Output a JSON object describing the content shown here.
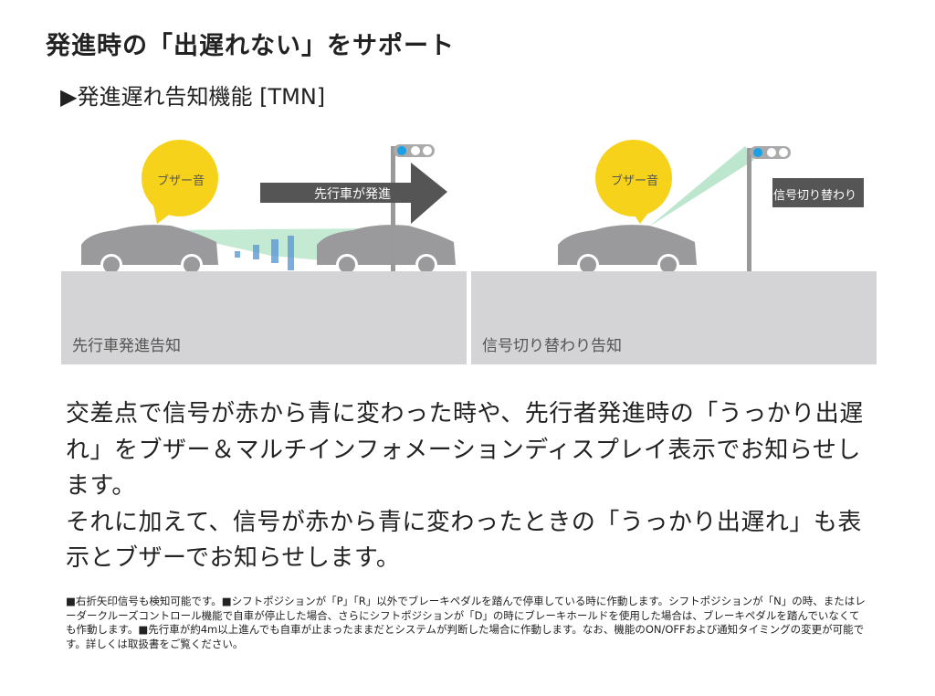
{
  "title": "発進時の「出遅れない」をサポート",
  "subtitle": "▶発進遅れ告知機能 [TMN]",
  "panels": [
    {
      "label": "先行車発進告知",
      "bubble": "ブザー音",
      "sign": "先行車が発進"
    },
    {
      "label": "信号切り替わり告知",
      "bubble": "ブザー音",
      "sign": "信号切り替わり"
    }
  ],
  "body": [
    "交差点で信号が赤から青に変わった時や、先行者発進時の「うっかり出遅れ」をブザー＆マルチインフォメーションディスプレイ表示でお知らせします。",
    "それに加えて、信号が赤から青に変わったときの「うっかり出遅れ」も表示とブザーでお知らせします。"
  ],
  "note": "■右折矢印信号も検知可能です。■シフトポジションが「P」「R」以外でブレーキペダルを踏んで停車している時に作動します。シフトポジションが「N」の時、またはレーダークルーズコントロール機能で自車が停止した場合、さらにシフトポジションが「D」の時にブレーキホールドを使用した場合は、ブレーキペダルを踏んでいなくても作動します。■先行車が約4m以上進んでも自車が止まったままだとシステムが判断した場合に作動します。なお、機能のON/OFFおよび通知タイミングの変更が可能です。詳しくは取扱書をご覧ください。",
  "colors": {
    "bubble": "#f7d21a",
    "ground": "#d4d4d6",
    "signal": "#1aa0e6"
  }
}
